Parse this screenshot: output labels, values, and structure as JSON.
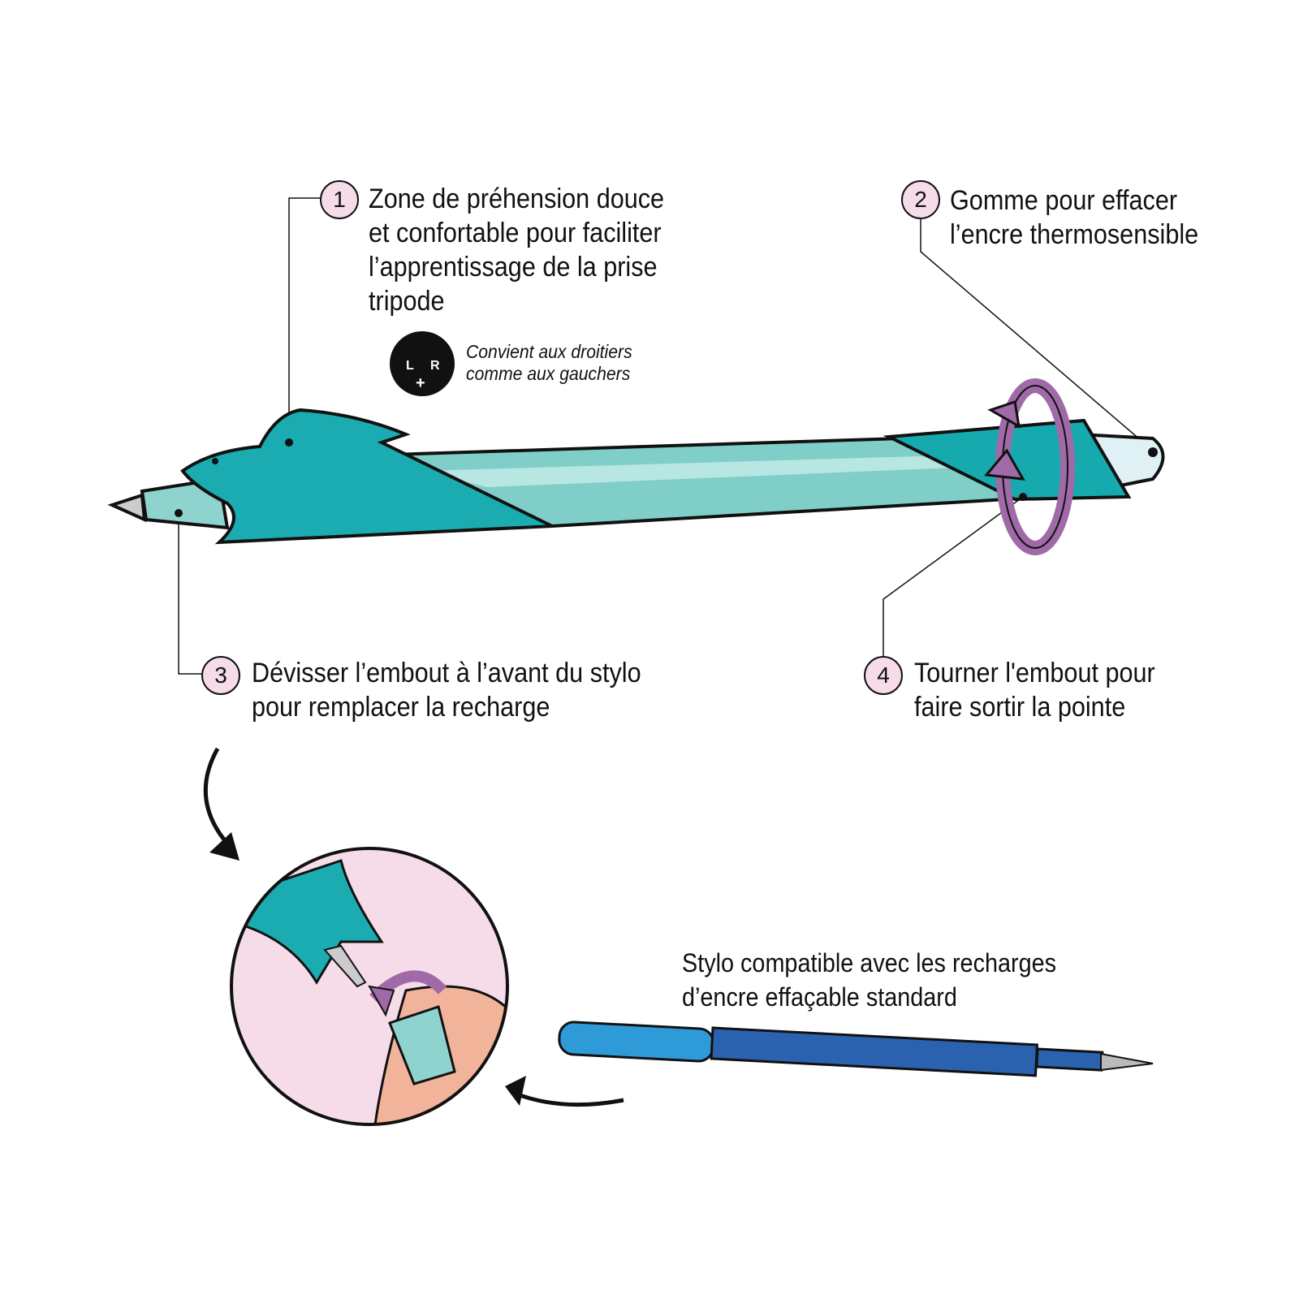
{
  "callouts": [
    {
      "number": "1",
      "lines": [
        "Zone de préhension douce",
        "et confortable pour faciliter",
        "l’apprentissage de la prise",
        "tripode"
      ]
    },
    {
      "number": "2",
      "lines": [
        "Gomme pour effacer",
        "l’encre thermosensible"
      ]
    },
    {
      "number": "3",
      "lines": [
        "Dévisser l’embout à l’avant du stylo",
        "pour remplacer la recharge"
      ]
    },
    {
      "number": "4",
      "lines": [
        "Tourner l'embout pour",
        "faire sortir la pointe"
      ]
    }
  ],
  "handedness": {
    "lines": [
      "Convient aux droitiers",
      "comme aux gauchers"
    ],
    "badge_letters": [
      "L",
      "R",
      "+"
    ]
  },
  "refill": {
    "lines": [
      "Stylo compatible avec les recharges",
      "d’encre effaçable standard"
    ]
  },
  "colors": {
    "teal": "#1aacb0",
    "light_teal": "#7fcfc8",
    "purple": "#a06aa8",
    "pink": "#f6dbe9",
    "refill_blue": "#2b62b0",
    "refill_light": "#2f9ad8"
  }
}
